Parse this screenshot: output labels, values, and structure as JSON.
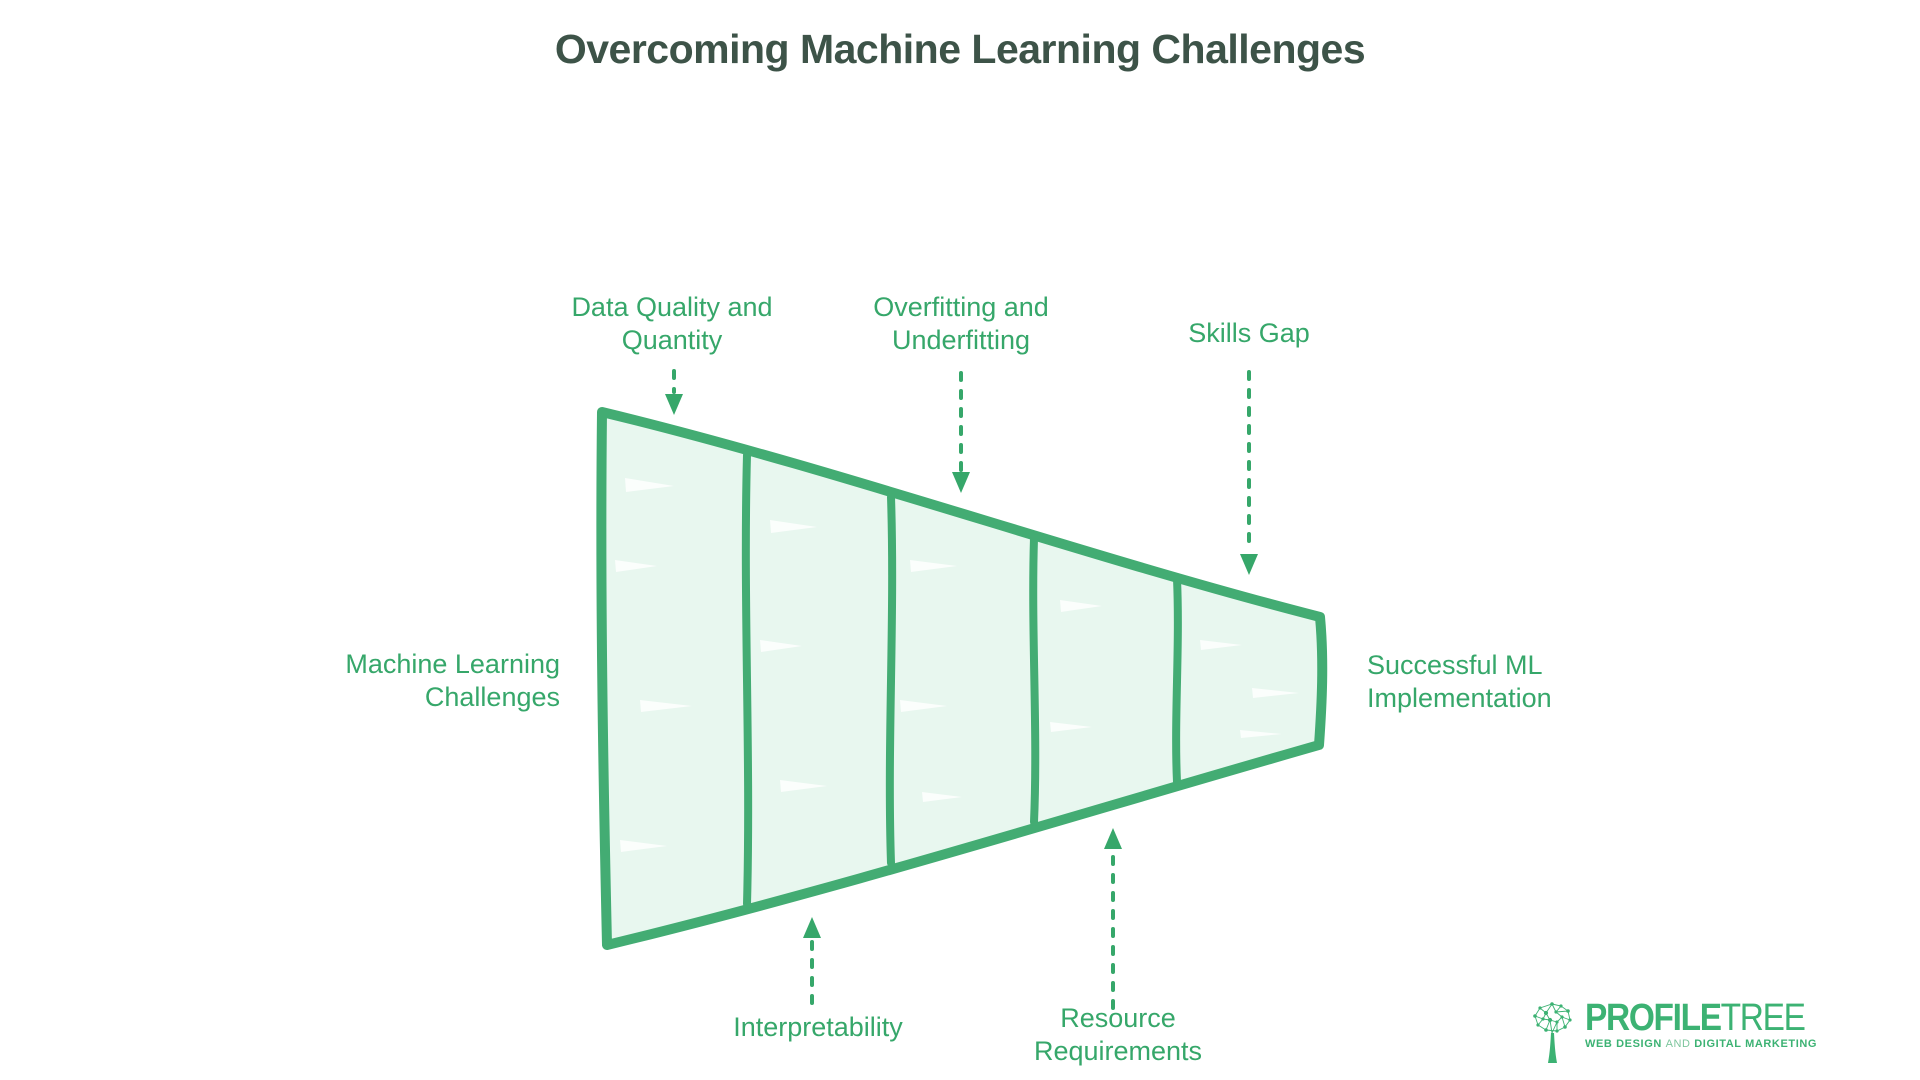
{
  "title": "Overcoming Machine Learning Challenges",
  "colors": {
    "accent_green": "#36A76A",
    "funnel_stroke": "#43AC73",
    "funnel_fill": "#E8F7EF",
    "title_color": "#3D5348",
    "logo_green": "#3CB273",
    "logo_light_green": "#7CC59C"
  },
  "funnel": {
    "type": "horizontal-funnel",
    "segments": 5,
    "direction": "wide-left-to-narrow-right"
  },
  "endpoints": {
    "input": {
      "lines": [
        "Machine Learning",
        "Challenges"
      ]
    },
    "output": {
      "lines": [
        "Successful ML",
        "Implementation"
      ]
    }
  },
  "callouts": {
    "data_quality": {
      "lines": [
        "Data Quality and",
        "Quantity"
      ],
      "position": "top"
    },
    "overfitting": {
      "lines": [
        "Overfitting and",
        "Underfitting"
      ],
      "position": "top"
    },
    "skills_gap": {
      "lines": [
        "Skills Gap"
      ],
      "position": "top"
    },
    "interpretability": {
      "lines": [
        "Interpretability"
      ],
      "position": "bottom"
    },
    "resource": {
      "lines": [
        "Resource",
        "Requirements"
      ],
      "position": "bottom"
    }
  },
  "logo": {
    "brand_bold": "PROFILE",
    "brand_light": "TREE",
    "tagline": [
      "WEB DESIGN",
      "AND",
      "DIGITAL MARKETING"
    ]
  }
}
